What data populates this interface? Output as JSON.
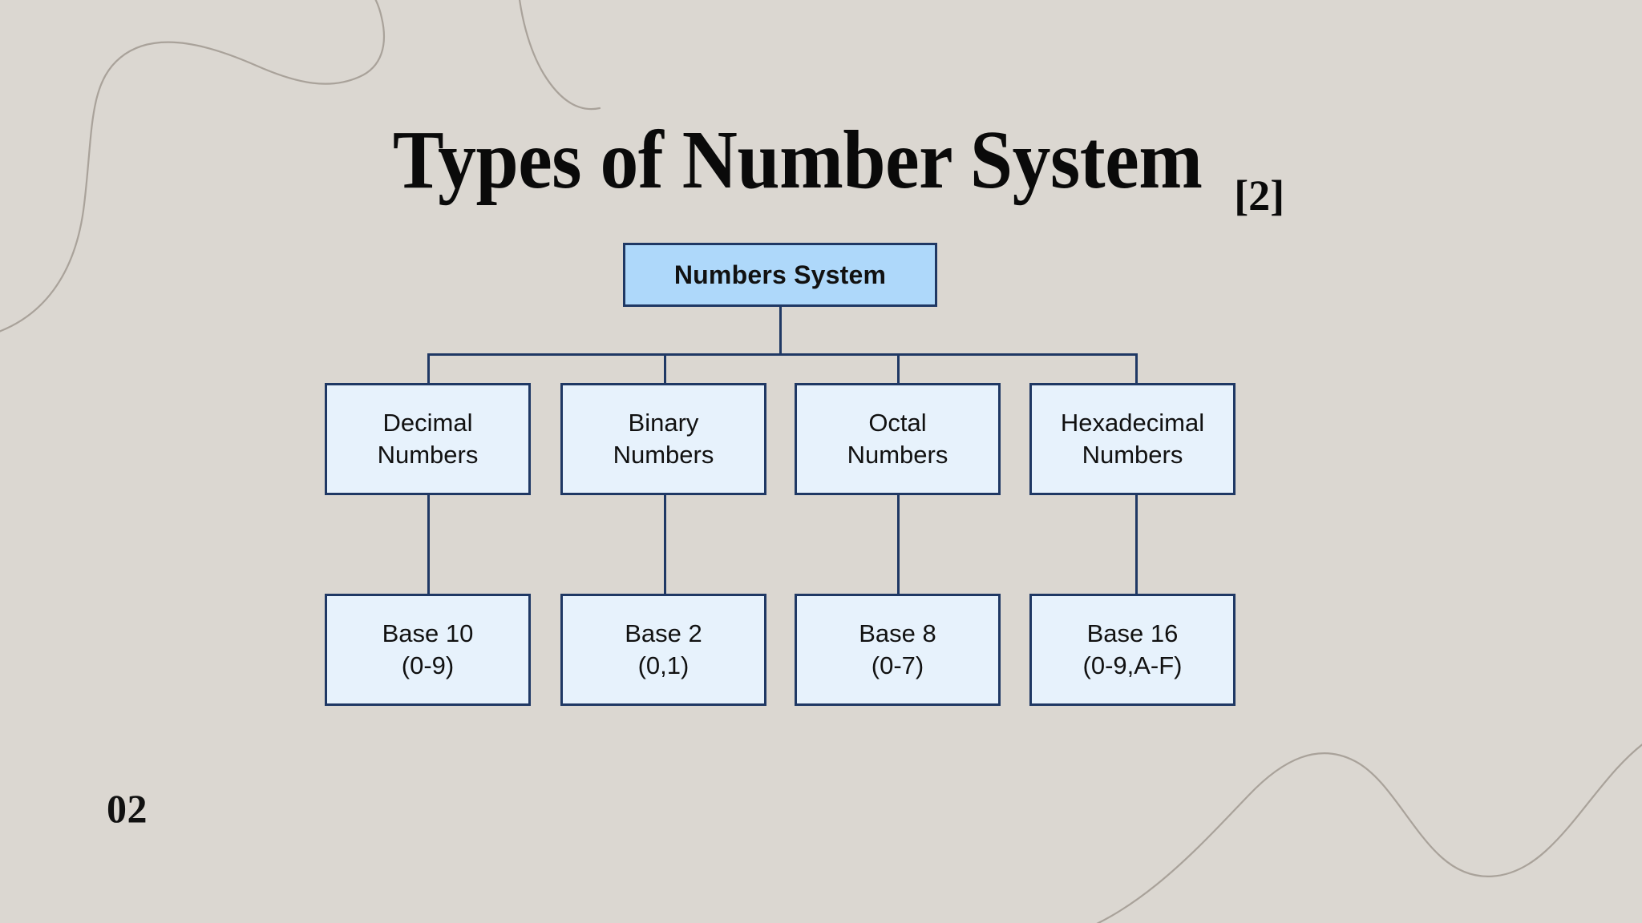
{
  "slide": {
    "background_color": "#dbd7d1",
    "page_number": "02"
  },
  "title": {
    "text": "Types of Number System",
    "citation": "[2]"
  },
  "diagram": {
    "type": "tree",
    "accent_border_color": "#1f3864",
    "root_fill_color": "#aed8fa",
    "node_fill_color": "#e7f2fc",
    "root": {
      "label": "Numbers System"
    },
    "level2": [
      {
        "line1": "Decimal",
        "line2": "Numbers"
      },
      {
        "line1": "Binary",
        "line2": "Numbers"
      },
      {
        "line1": "Octal",
        "line2": "Numbers"
      },
      {
        "line1": "Hexadecimal",
        "line2": "Numbers"
      }
    ],
    "level3": [
      {
        "line1": "Base 10",
        "line2": "(0-9)"
      },
      {
        "line1": "Base 2",
        "line2": "(0,1)"
      },
      {
        "line1": "Base 8",
        "line2": "(0-7)"
      },
      {
        "line1": "Base 16",
        "line2": "(0-9,A-F)"
      }
    ]
  }
}
